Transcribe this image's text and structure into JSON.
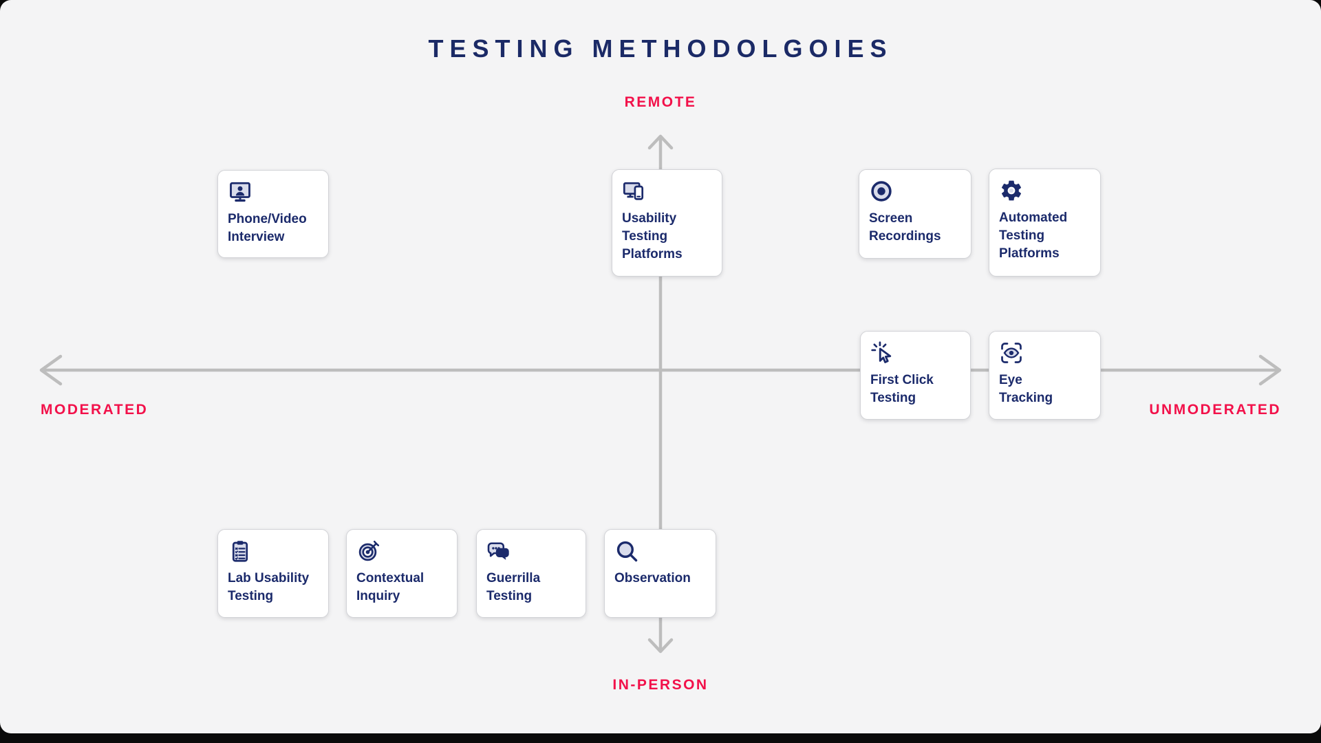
{
  "title": "TESTING METHODOLGOIES",
  "axes": {
    "top_label": "REMOTE",
    "bottom_label": "IN-PERSON",
    "left_label": "MODERATED",
    "right_label": "UNMODERATED"
  },
  "colors": {
    "panel_background": "#F4F4F5",
    "navy": "#1B2A6B",
    "accent_red": "#F2114A",
    "axis_gray": "#BDBDBD",
    "card_border": "#D2D3D7",
    "icon_light_fill": "#D9DCEB"
  },
  "cards": [
    {
      "label": "Phone/Video Interview",
      "icon": "video-interview-icon",
      "quadrant": "remote-moderated"
    },
    {
      "label": "Usability Testing Platforms",
      "icon": "devices-icon",
      "quadrant": "remote-center"
    },
    {
      "label": "Screen Recordings",
      "icon": "record-icon",
      "quadrant": "remote-unmoderated"
    },
    {
      "label": "Automated Testing Platforms",
      "icon": "gear-icon",
      "quadrant": "remote-unmoderated"
    },
    {
      "label": "First Click Testing",
      "icon": "cursor-click-icon",
      "quadrant": "unmoderated-center"
    },
    {
      "label": "Eye\nTracking",
      "icon": "eye-scan-icon",
      "quadrant": "unmoderated-center"
    },
    {
      "label": "Lab Usability Testing",
      "icon": "clipboard-checklist-icon",
      "quadrant": "in-person-moderated"
    },
    {
      "label": "Contextual Inquiry",
      "icon": "target-arrow-icon",
      "quadrant": "in-person-moderated"
    },
    {
      "label": "Guerrilla Testing",
      "icon": "chat-bubbles-icon",
      "quadrant": "in-person-moderated"
    },
    {
      "label": "Observation",
      "icon": "magnifier-icon",
      "quadrant": "in-person-center"
    }
  ]
}
